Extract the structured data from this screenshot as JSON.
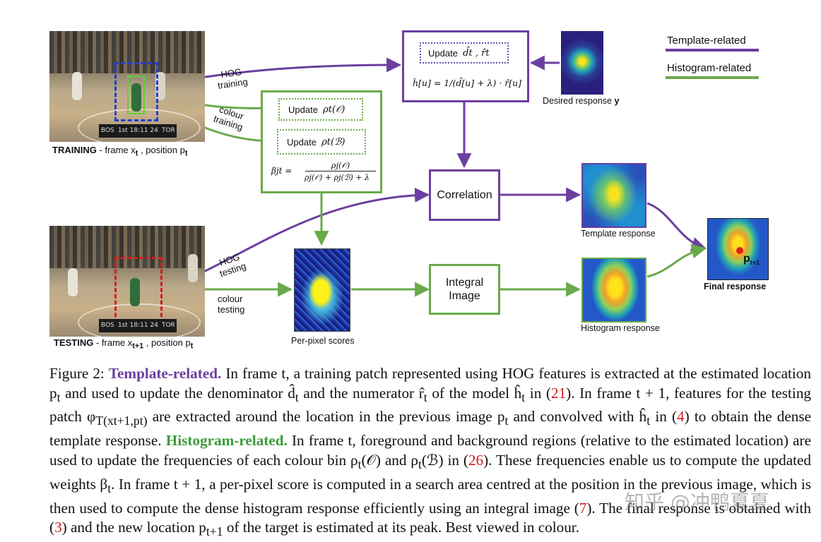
{
  "legend": {
    "template": "Template-related",
    "histogram": "Histogram-related",
    "template_color": "#6b3fa0",
    "histogram_color": "#6aaa4a"
  },
  "training": {
    "label_bold": "TRAINING",
    "label_rest": " - frame x",
    "label_sub": "t",
    "label_mid": " , position p",
    "label_sub2": "t",
    "score_left": "BOS",
    "score_right": "TOR",
    "score_clock": "1st  18:11  24"
  },
  "testing": {
    "label_bold": "TESTING",
    "label_rest": " - frame x",
    "label_sub": "t+1",
    "label_mid": " , position p",
    "label_sub2": "t",
    "score_left": "BOS",
    "score_right": "TOR",
    "score_clock": "1st  18:11  24"
  },
  "arrows": {
    "hog_training": "HOG\ntraining",
    "colour_training": "colour\ntraining",
    "hog_testing": "HOG\ntesting",
    "colour_testing": "colour\ntesting"
  },
  "template_box": {
    "update": "Update",
    "vars": "d̂t ,  r̂t",
    "formula": "ĥ[u] = 1/(d̂[u] + λ) · r̂[u]"
  },
  "desired": {
    "label": "Desired response ",
    "bold": "y"
  },
  "histogram_box": {
    "update": "Update",
    "rho_o": "ρt(𝒪)",
    "rho_b": "ρt(ℬ)",
    "beta_lhs": "βjt =",
    "beta_num": "ρj(𝒪)",
    "beta_den": "ρj(𝒪) + ρj(ℬ) + λ"
  },
  "nodes": {
    "correlation": "Correlation",
    "integral": "Integral\nImage"
  },
  "outputs": {
    "per_pixel": "Per-pixel scores",
    "template_response": "Template response",
    "histogram_response": "Histogram response",
    "final_response": "Final response",
    "peak_label": "p",
    "peak_sub": "t+1"
  },
  "caption": {
    "fig": "Figure 2: ",
    "template_bold": "Template-related.",
    "p1": " In frame t, a training patch represented using HOG features is extracted at the estimated location p",
    "p1s": "t",
    "p2": " and used to update the denominator d̂",
    "p2s": "t",
    "p3": " and the numerator r̂",
    "p3s": "t",
    "p4": " of the model ĥ",
    "p4s": "t",
    "p5": " in (",
    "ref21": "21",
    "p6": "). In frame t + 1, features for the testing patch φ",
    "p6s": "T(xt+1,pt)",
    "p7": " are extracted around the location in the previous image p",
    "p7s": "t",
    "p8": " and convolved with ĥ",
    "p8s": "t",
    "p9": " in (",
    "ref4": "4",
    "p10": ") to obtain the dense template response. ",
    "histogram_bold": "Histogram-related.",
    "p11": " In frame t, foreground and background regions (relative to the estimated location) are used to update the frequencies of each colour bin ρ",
    "p11s": "t",
    "p12": "(𝒪) and ρ",
    "p12s": "t",
    "p13": "(ℬ) in (",
    "ref26": "26",
    "p14": "). These frequencies enable us to compute the updated weights β",
    "p14s": "t",
    "p15": ". In frame t + 1, a per-pixel score is computed in a search area centred at the position in the previous image, which is then used to compute the dense histogram response efficiently using an integral image (",
    "ref7": "7",
    "p16": "). The final response is obtained with (",
    "ref3": "3",
    "p17": ") and the new location p",
    "p17s": "t+1",
    "p18": " of the target is estimated at its peak. Best viewed in colour."
  },
  "watermark": "知乎 @冲鸭夏夏"
}
